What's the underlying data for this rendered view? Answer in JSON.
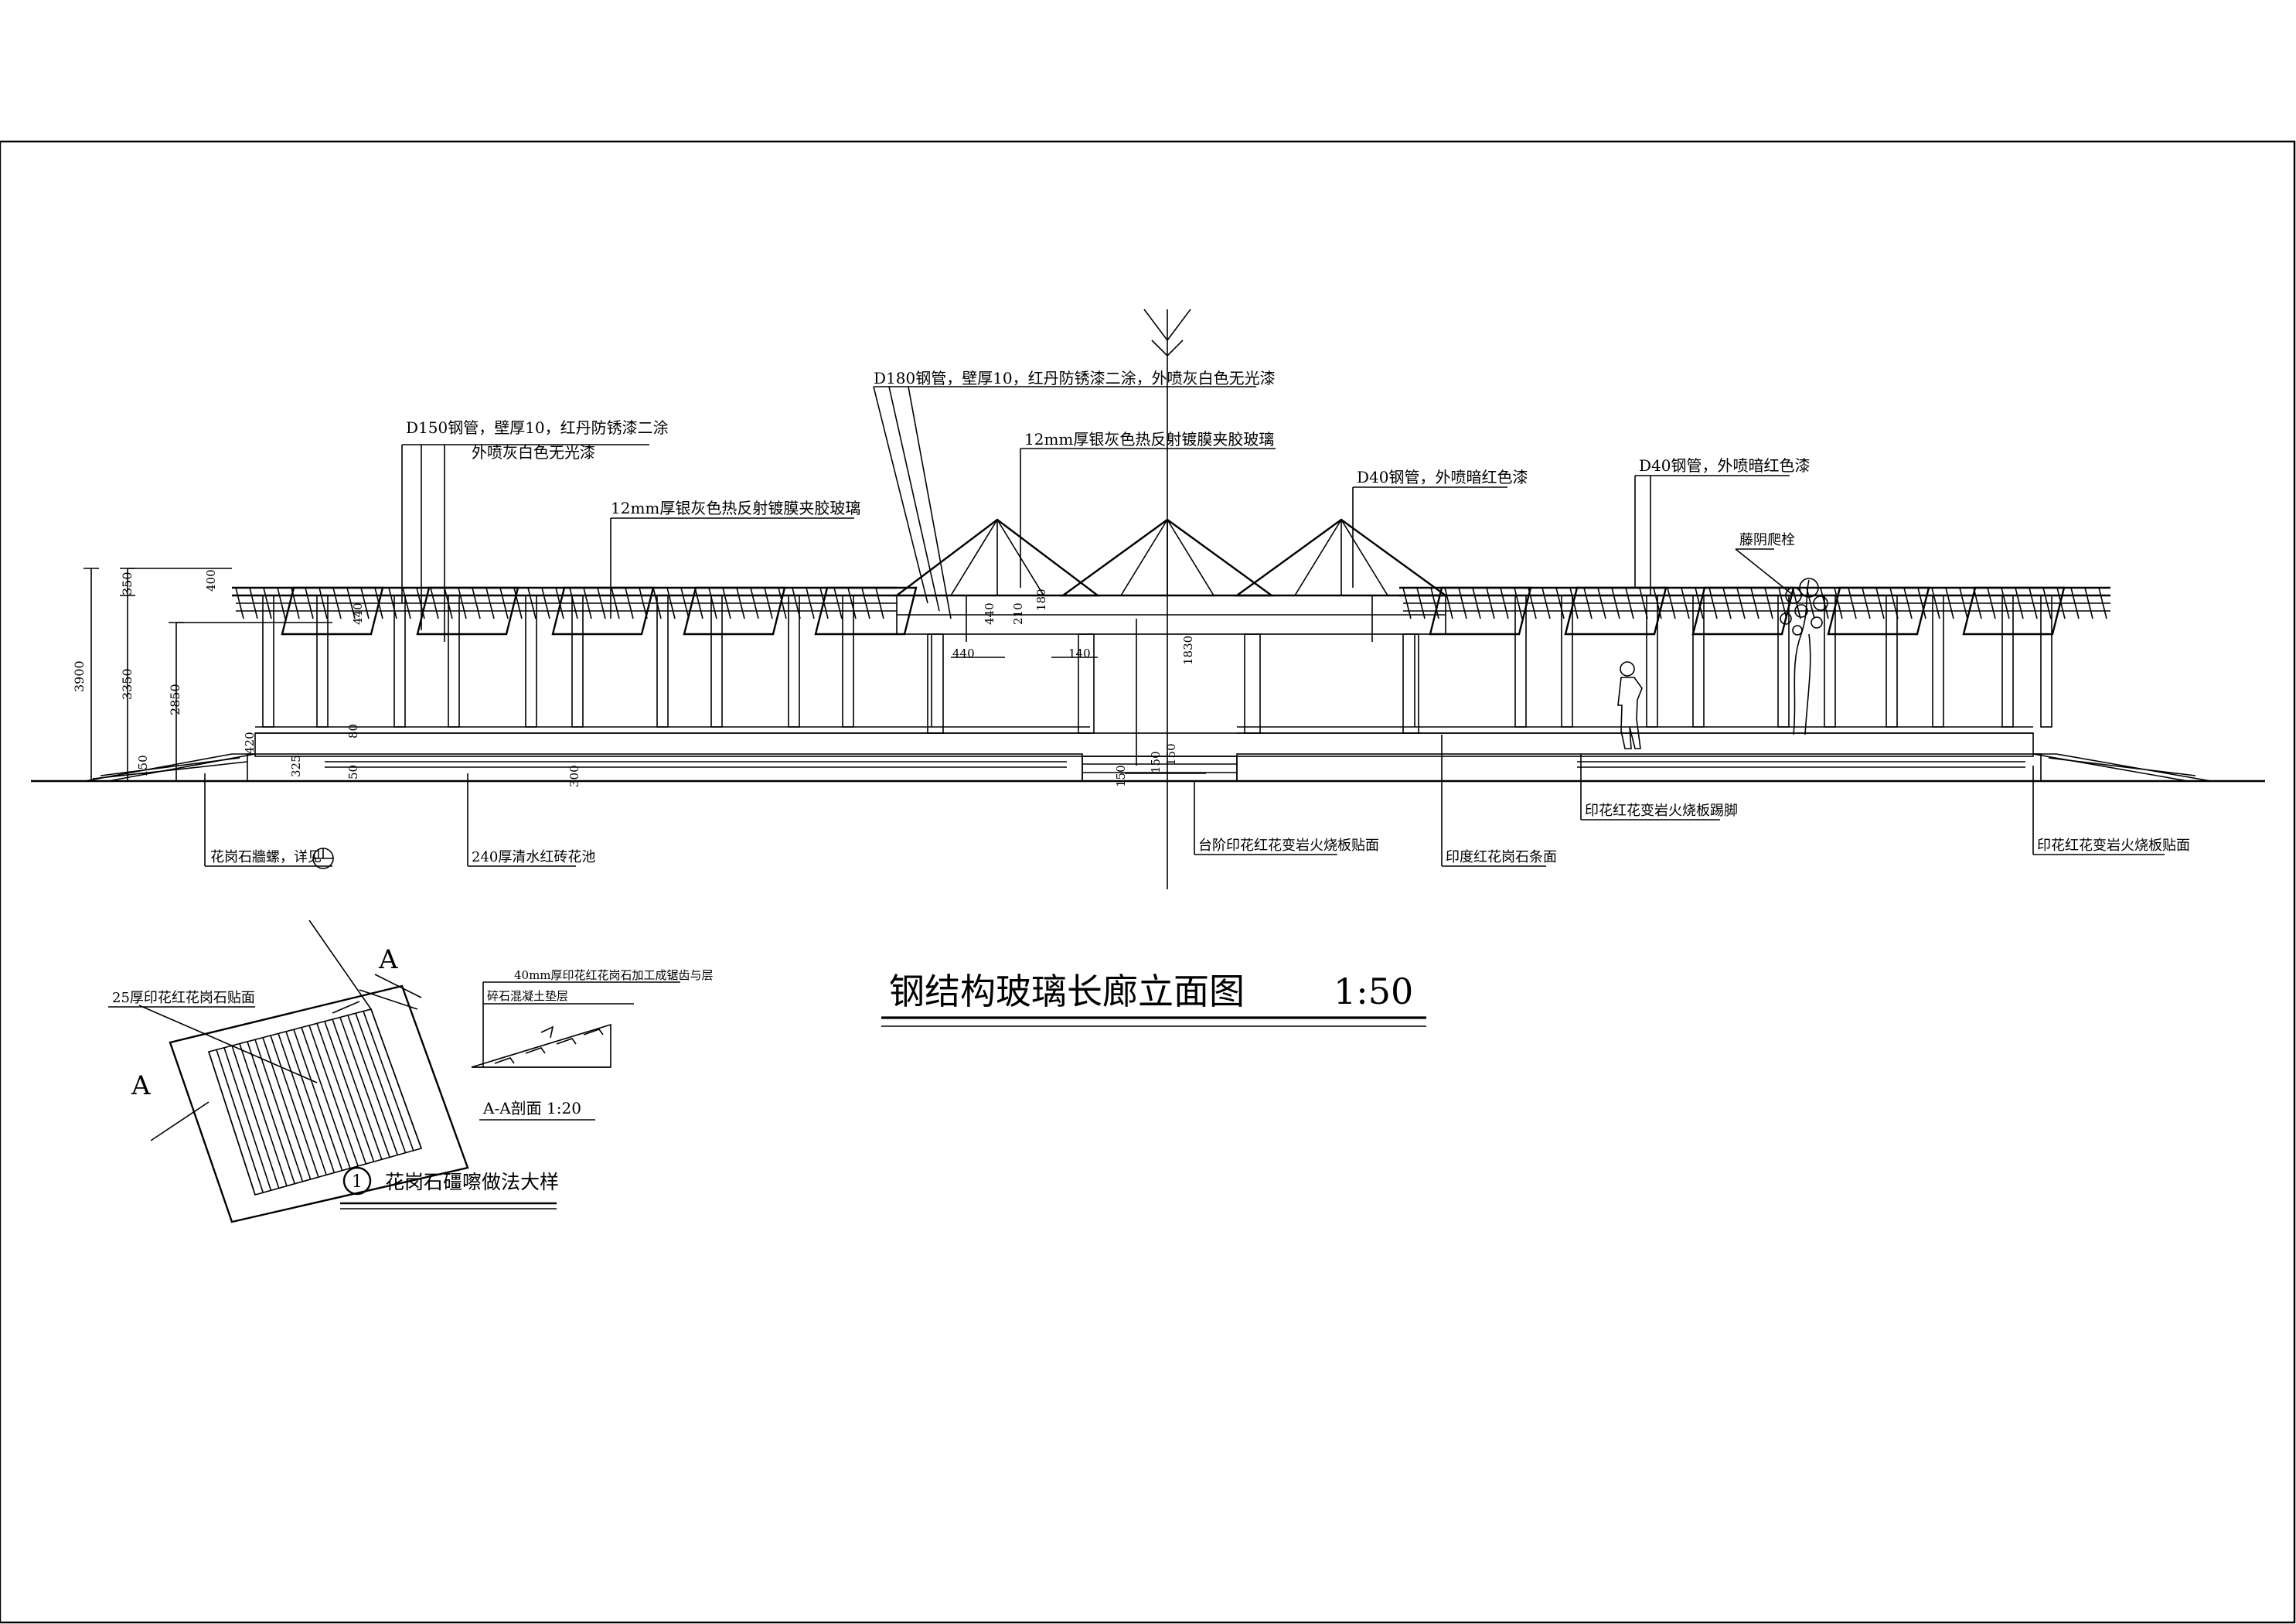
{
  "drawing": {
    "title": "钢结构玻璃长廊立面图",
    "scale": "1:50"
  },
  "annotations": {
    "d150_line1": "D150钢管，壁厚10，红丹防锈漆二涂",
    "d150_line2": "外喷灰白色无光漆",
    "d180": "D180钢管，壁厚10，红丹防锈漆二涂，外喷灰白色无光漆",
    "glass_left": "12mm厚银灰色热反射镀膜夹胶玻璃",
    "glass_center": "12mm厚银灰色热反射镀膜夹胶玻璃",
    "d40_a": "D40钢管，外喷暗红色漆",
    "d40_b": "D40钢管，外喷暗红色漆",
    "climbing_plant": "藤阴爬栓",
    "granite_kerb": "花岗石牆螺，详见",
    "planter": "240厚清水红砖花池",
    "step_finish": "台阶印花红花变岩火烧板贴面",
    "granite_pave": "印度红花岗石条面",
    "skirting": "印花红花变岩火烧板踢脚",
    "facing": "印花红花变岩火烧板贴面"
  },
  "dimensions": {
    "d3900": "3900",
    "d350": "350",
    "d3350": "3350",
    "d2850": "2850",
    "d400": "400",
    "d150": "150",
    "d440a": "440",
    "d80": "80",
    "d420": "420",
    "d325": "325",
    "d50": "50",
    "d300": "300",
    "d440b": "440",
    "d440c": "440",
    "d210": "210",
    "d180": "180",
    "d140": "140",
    "d1830": "1830",
    "d150b": "150",
    "d150c": "150",
    "d150d": "150"
  },
  "detail": {
    "title": "花岗石礓嚓做法大样",
    "number": "1",
    "section_mark_a1": "A",
    "section_mark_a2": "A",
    "paving_note": "25厚印花红花岗石贴面",
    "section_title": "A-A剖面  1:20",
    "section_note1": "40mm厚印花红花岗石加工成锯齿与层",
    "section_note2": "碎石混凝土垫层"
  }
}
